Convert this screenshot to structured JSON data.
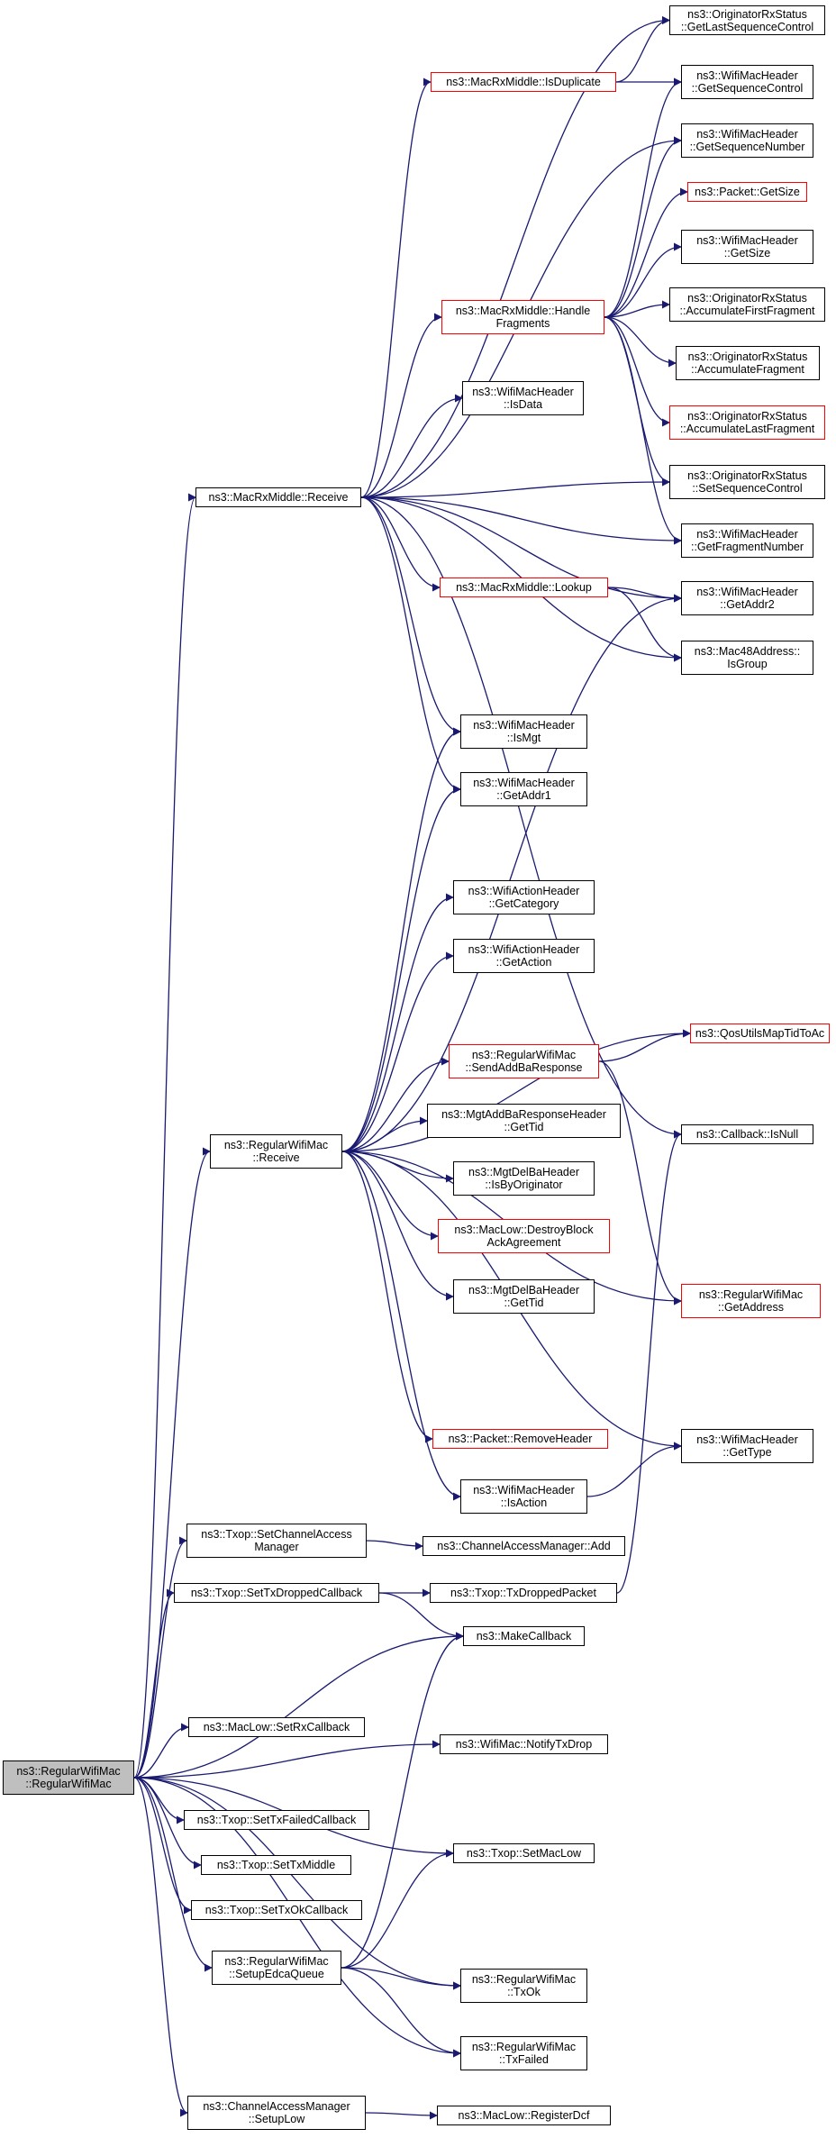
{
  "colors": {
    "edge": "#191970",
    "node_border": "#000000",
    "external_border": "#ff0000",
    "root_fill": "#bfbfbf"
  },
  "nodes": {
    "origLastSeq": {
      "label": "ns3::OriginatorRxStatus\n::GetLastSequenceControl",
      "red": false
    },
    "macRxDup": {
      "label": "ns3::MacRxMiddle::IsDuplicate",
      "red": true
    },
    "getSeqCtrl": {
      "label": "ns3::WifiMacHeader\n::GetSequenceControl",
      "red": false
    },
    "getSeqNum": {
      "label": "ns3::WifiMacHeader\n::GetSequenceNumber",
      "red": false
    },
    "packetGetSize": {
      "label": "ns3::Packet::GetSize",
      "red": true
    },
    "hdrGetSize": {
      "label": "ns3::WifiMacHeader\n::GetSize",
      "red": false
    },
    "accFirst": {
      "label": "ns3::OriginatorRxStatus\n::AccumulateFirstFragment",
      "red": false
    },
    "handleFrag": {
      "label": "ns3::MacRxMiddle::Handle\nFragments",
      "red": true
    },
    "accFrag": {
      "label": "ns3::OriginatorRxStatus\n::AccumulateFragment",
      "red": false
    },
    "isData": {
      "label": "ns3::WifiMacHeader\n::IsData",
      "red": false
    },
    "accLast": {
      "label": "ns3::OriginatorRxStatus\n::AccumulateLastFragment",
      "red": true
    },
    "macRxReceive": {
      "label": "ns3::MacRxMiddle::Receive",
      "red": false
    },
    "setSeqCtrl": {
      "label": "ns3::OriginatorRxStatus\n::SetSequenceControl",
      "red": false
    },
    "getFragNum": {
      "label": "ns3::WifiMacHeader\n::GetFragmentNumber",
      "red": false
    },
    "lookup": {
      "label": "ns3::MacRxMiddle::Lookup",
      "red": true
    },
    "getAddr2": {
      "label": "ns3::WifiMacHeader\n::GetAddr2",
      "red": false
    },
    "isGroup": {
      "label": "ns3::Mac48Address::\nIsGroup",
      "red": false
    },
    "isMgt": {
      "label": "ns3::WifiMacHeader\n::IsMgt",
      "red": false
    },
    "getAddr1": {
      "label": "ns3::WifiMacHeader\n::GetAddr1",
      "red": false
    },
    "getCategory": {
      "label": "ns3::WifiActionHeader\n::GetCategory",
      "red": false
    },
    "getAction": {
      "label": "ns3::WifiActionHeader\n::GetAction",
      "red": false
    },
    "sendAddBa": {
      "label": "ns3::RegularWifiMac\n::SendAddBaResponse",
      "red": true
    },
    "qosUtils": {
      "label": "ns3::QosUtilsMapTidToAc",
      "red": true
    },
    "mgtAddBaTid": {
      "label": "ns3::MgtAddBaResponseHeader\n::GetTid",
      "red": false
    },
    "cbIsNull": {
      "label": "ns3::Callback::IsNull",
      "red": false
    },
    "rwmReceive": {
      "label": "ns3::RegularWifiMac\n::Receive",
      "red": false
    },
    "isByOrig": {
      "label": "ns3::MgtDelBaHeader\n::IsByOriginator",
      "red": false
    },
    "destroyBlock": {
      "label": "ns3::MacLow::DestroyBlock\nAckAgreement",
      "red": true
    },
    "delBaTid": {
      "label": "ns3::MgtDelBaHeader\n::GetTid",
      "red": false
    },
    "getAddress": {
      "label": "ns3::RegularWifiMac\n::GetAddress",
      "red": true
    },
    "removeHeader": {
      "label": "ns3::Packet::RemoveHeader",
      "red": true
    },
    "getType": {
      "label": "ns3::WifiMacHeader\n::GetType",
      "red": false
    },
    "isAction": {
      "label": "ns3::WifiMacHeader\n::IsAction",
      "red": false
    },
    "setCAM": {
      "label": "ns3::Txop::SetChannelAccess\nManager",
      "red": false
    },
    "camAdd": {
      "label": "ns3::ChannelAccessManager::Add",
      "red": false
    },
    "setTxDropCb": {
      "label": "ns3::Txop::SetTxDroppedCallback",
      "red": false
    },
    "txDropped": {
      "label": "ns3::Txop::TxDroppedPacket",
      "red": false
    },
    "makeCb": {
      "label": "ns3::MakeCallback",
      "red": false
    },
    "setRxCb": {
      "label": "ns3::MacLow::SetRxCallback",
      "red": false
    },
    "notifyTxDrop": {
      "label": "ns3::WifiMac::NotifyTxDrop",
      "red": false
    },
    "root": {
      "label": "ns3::RegularWifiMac\n::RegularWifiMac",
      "red": false
    },
    "setTxFailCb": {
      "label": "ns3::Txop::SetTxFailedCallback",
      "red": false
    },
    "setMacLow": {
      "label": "ns3::Txop::SetMacLow",
      "red": false
    },
    "setTxMiddle": {
      "label": "ns3::Txop::SetTxMiddle",
      "red": false
    },
    "setTxOkCb": {
      "label": "ns3::Txop::SetTxOkCallback",
      "red": false
    },
    "setupEdca": {
      "label": "ns3::RegularWifiMac\n::SetupEdcaQueue",
      "red": false
    },
    "txOk": {
      "label": "ns3::RegularWifiMac\n::TxOk",
      "red": false
    },
    "txFailed": {
      "label": "ns3::RegularWifiMac\n::TxFailed",
      "red": false
    },
    "camSetupLow": {
      "label": "ns3::ChannelAccessManager\n::SetupLow",
      "red": false
    },
    "registerDcf": {
      "label": "ns3::MacLow::RegisterDcf",
      "red": false
    }
  },
  "edges": [
    [
      "macRxDup",
      "origLastSeq"
    ],
    [
      "macRxDup",
      "getSeqCtrl"
    ],
    [
      "handleFrag",
      "getSeqCtrl"
    ],
    [
      "handleFrag",
      "getSeqNum"
    ],
    [
      "handleFrag",
      "packetGetSize"
    ],
    [
      "handleFrag",
      "hdrGetSize"
    ],
    [
      "handleFrag",
      "accFirst"
    ],
    [
      "handleFrag",
      "accFrag"
    ],
    [
      "handleFrag",
      "accLast"
    ],
    [
      "handleFrag",
      "setSeqCtrl"
    ],
    [
      "handleFrag",
      "getFragNum"
    ],
    [
      "macRxReceive",
      "origLastSeq"
    ],
    [
      "macRxReceive",
      "macRxDup"
    ],
    [
      "macRxReceive",
      "getSeqNum"
    ],
    [
      "macRxReceive",
      "handleFrag"
    ],
    [
      "macRxReceive",
      "isData"
    ],
    [
      "macRxReceive",
      "setSeqCtrl"
    ],
    [
      "macRxReceive",
      "getFragNum"
    ],
    [
      "macRxReceive",
      "lookup"
    ],
    [
      "macRxReceive",
      "getAddr2"
    ],
    [
      "macRxReceive",
      "isGroup"
    ],
    [
      "macRxReceive",
      "isMgt"
    ],
    [
      "macRxReceive",
      "getAddr1"
    ],
    [
      "macRxReceive",
      "cbIsNull"
    ],
    [
      "lookup",
      "getAddr2"
    ],
    [
      "lookup",
      "isGroup"
    ],
    [
      "rwmReceive",
      "isMgt"
    ],
    [
      "rwmReceive",
      "getAddr1"
    ],
    [
      "rwmReceive",
      "getAddr2"
    ],
    [
      "rwmReceive",
      "getCategory"
    ],
    [
      "rwmReceive",
      "getAction"
    ],
    [
      "rwmReceive",
      "qosUtils"
    ],
    [
      "rwmReceive",
      "sendAddBa"
    ],
    [
      "rwmReceive",
      "mgtAddBaTid"
    ],
    [
      "rwmReceive",
      "isByOrig"
    ],
    [
      "rwmReceive",
      "destroyBlock"
    ],
    [
      "rwmReceive",
      "delBaTid"
    ],
    [
      "rwmReceive",
      "getAddress"
    ],
    [
      "rwmReceive",
      "getType"
    ],
    [
      "rwmReceive",
      "removeHeader"
    ],
    [
      "rwmReceive",
      "isAction"
    ],
    [
      "sendAddBa",
      "qosUtils"
    ],
    [
      "sendAddBa",
      "getAddress"
    ],
    [
      "isAction",
      "getType"
    ],
    [
      "setCAM",
      "camAdd"
    ],
    [
      "setTxDropCb",
      "txDropped"
    ],
    [
      "setTxDropCb",
      "makeCb"
    ],
    [
      "txDropped",
      "cbIsNull"
    ],
    [
      "root",
      "macRxReceive"
    ],
    [
      "root",
      "rwmReceive"
    ],
    [
      "root",
      "setCAM"
    ],
    [
      "root",
      "setTxDropCb"
    ],
    [
      "root",
      "makeCb"
    ],
    [
      "root",
      "setRxCb"
    ],
    [
      "root",
      "notifyTxDrop"
    ],
    [
      "root",
      "setTxFailCb"
    ],
    [
      "root",
      "setMacLow"
    ],
    [
      "root",
      "setTxMiddle"
    ],
    [
      "root",
      "setTxOkCb"
    ],
    [
      "root",
      "setupEdca"
    ],
    [
      "root",
      "txOk"
    ],
    [
      "root",
      "txFailed"
    ],
    [
      "root",
      "camSetupLow"
    ],
    [
      "setupEdca",
      "makeCb"
    ],
    [
      "setupEdca",
      "setMacLow"
    ],
    [
      "setupEdca",
      "txOk"
    ],
    [
      "setupEdca",
      "txFailed"
    ],
    [
      "camSetupLow",
      "registerDcf"
    ]
  ]
}
